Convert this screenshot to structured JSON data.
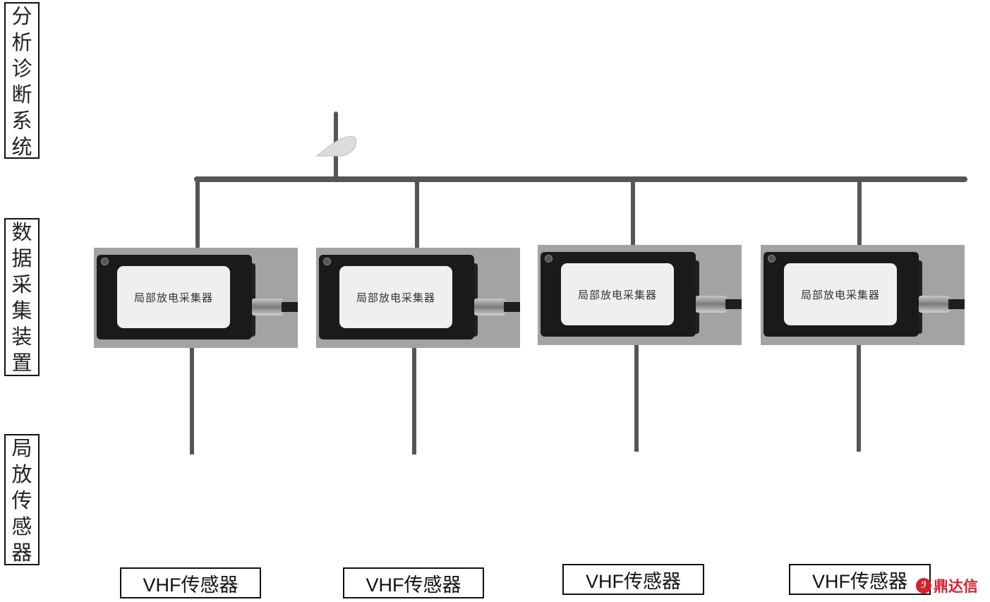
{
  "layers": {
    "system": "分析诊断系统",
    "acquisition": "数据采集装置",
    "sensor": "局放传感器"
  },
  "devices": [
    {
      "panel_text": "局部放电采集器"
    },
    {
      "panel_text": "局部放电采集器"
    },
    {
      "panel_text": "局部放电采集器"
    },
    {
      "panel_text": "局部放电采集器"
    }
  ],
  "sensors": [
    {
      "label": "VHF传感器"
    },
    {
      "label": "VHF传感器"
    },
    {
      "label": "VHF传感器"
    },
    {
      "label": "VHF传感器"
    }
  ],
  "watermark": {
    "text": "鼎达信",
    "color": "#d7202e"
  },
  "colors": {
    "bus": "#555555",
    "device_body": "#1a1a1a",
    "device_background": "#a3a3a3"
  }
}
